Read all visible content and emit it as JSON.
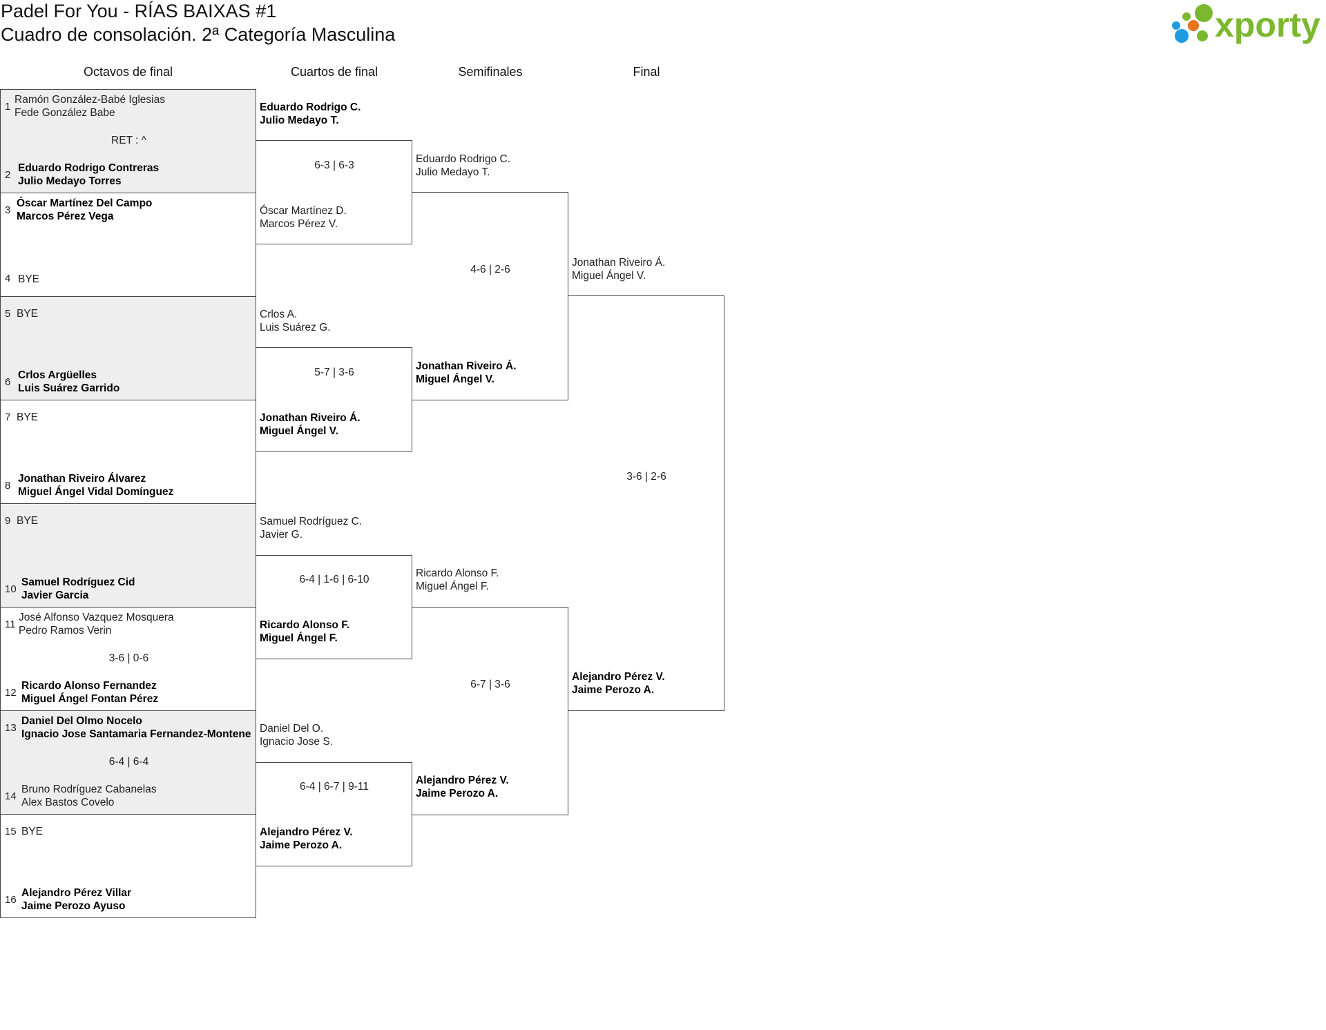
{
  "header": {
    "title": "Padel For You - RÍAS BAIXAS #1",
    "subtitle": "Cuadro de consolación. 2ª Categoría Masculina"
  },
  "logo": {
    "text": "xporty",
    "color": "#7cb82f",
    "dots": [
      "#7cb82f",
      "#e8731a",
      "#1e9be0"
    ]
  },
  "rounds": {
    "r16": "Octavos de final",
    "qf": "Cuartos de final",
    "sf": "Semifinales",
    "final": "Final"
  },
  "r16": [
    {
      "top": {
        "seed": "1",
        "p1": "Ramón González-Babé Iglesias",
        "p2": "Fede González Babe"
      },
      "bottom": {
        "seed": "2",
        "p1": "Eduardo Rodrigo Contreras",
        "p2": "Julio Medayo Torres"
      },
      "score": "RET : ^"
    },
    {
      "top": {
        "seed": "3",
        "p1": "Óscar Martínez Del Campo",
        "p2": "Marcos Pérez Vega"
      },
      "bottom": {
        "seed": "4",
        "p1": "BYE",
        "p2": ""
      },
      "score": ""
    },
    {
      "top": {
        "seed": "5",
        "p1": "BYE",
        "p2": ""
      },
      "bottom": {
        "seed": "6",
        "p1": "Crlos Argüelles",
        "p2": "Luis Suárez Garrido"
      },
      "score": ""
    },
    {
      "top": {
        "seed": "7",
        "p1": "BYE",
        "p2": ""
      },
      "bottom": {
        "seed": "8",
        "p1": "Jonathan Riveiro Álvarez",
        "p2": "Miguel Ángel Vidal Domínguez"
      },
      "score": ""
    },
    {
      "top": {
        "seed": "9",
        "p1": "BYE",
        "p2": ""
      },
      "bottom": {
        "seed": "10",
        "p1": "Samuel Rodríguez Cid",
        "p2": "Javier Garcia"
      },
      "score": ""
    },
    {
      "top": {
        "seed": "11",
        "p1": "José Alfonso Vazquez Mosquera",
        "p2": "Pedro Ramos Verin"
      },
      "bottom": {
        "seed": "12",
        "p1": "Ricardo Alonso Fernandez",
        "p2": "Miguel Ángel Fontan Pérez"
      },
      "score": "3-6 | 0-6"
    },
    {
      "top": {
        "seed": "13",
        "p1": "Daniel Del Olmo Nocelo",
        "p2": "Ignacio Jose Santamaria Fernandez-Montene"
      },
      "bottom": {
        "seed": "14",
        "p1": "Bruno Rodríguez Cabanelas",
        "p2": "Alex Bastos Covelo"
      },
      "score": "6-4 | 6-4"
    },
    {
      "top": {
        "seed": "15",
        "p1": "BYE",
        "p2": ""
      },
      "bottom": {
        "seed": "16",
        "p1": "Alejandro Pérez Villar",
        "p2": "Jaime Perozo Ayuso"
      },
      "score": ""
    }
  ],
  "qf": [
    {
      "top": {
        "p1": "Eduardo Rodrigo C.",
        "p2": "Julio Medayo T."
      },
      "bottom": {
        "p1": "Óscar Martínez D.",
        "p2": "Marcos Pérez V."
      },
      "score": "6-3 | 6-3"
    },
    {
      "top": {
        "p1": "Crlos A.",
        "p2": "Luis Suárez G."
      },
      "bottom": {
        "p1": "Jonathan Riveiro Á.",
        "p2": "Miguel Ángel V."
      },
      "score": "5-7 | 3-6"
    },
    {
      "top": {
        "p1": "Samuel Rodríguez C.",
        "p2": "Javier G."
      },
      "bottom": {
        "p1": "Ricardo Alonso F.",
        "p2": "Miguel Ángel F."
      },
      "score": "6-4 | 1-6 | 6-10"
    },
    {
      "top": {
        "p1": "Daniel Del O.",
        "p2": "Ignacio Jose S."
      },
      "bottom": {
        "p1": "Alejandro Pérez V.",
        "p2": "Jaime Perozo A."
      },
      "score": "6-4 | 6-7 | 9-11"
    }
  ],
  "sf": [
    {
      "top": {
        "p1": "Eduardo Rodrigo C.",
        "p2": "Julio Medayo T."
      },
      "bottom": {
        "p1": "Jonathan Riveiro Á.",
        "p2": "Miguel Ángel V."
      },
      "score": "4-6 | 2-6"
    },
    {
      "top": {
        "p1": "Ricardo Alonso F.",
        "p2": "Miguel Ángel F."
      },
      "bottom": {
        "p1": "Alejandro Pérez V.",
        "p2": "Jaime Perozo A."
      },
      "score": "6-7 | 3-6"
    }
  ],
  "final": {
    "top": {
      "p1": "Jonathan Riveiro Á.",
      "p2": "Miguel Ángel V."
    },
    "bottom": {
      "p1": "Alejandro Pérez V.",
      "p2": "Jaime Perozo A."
    },
    "score": "3-6 | 2-6"
  }
}
